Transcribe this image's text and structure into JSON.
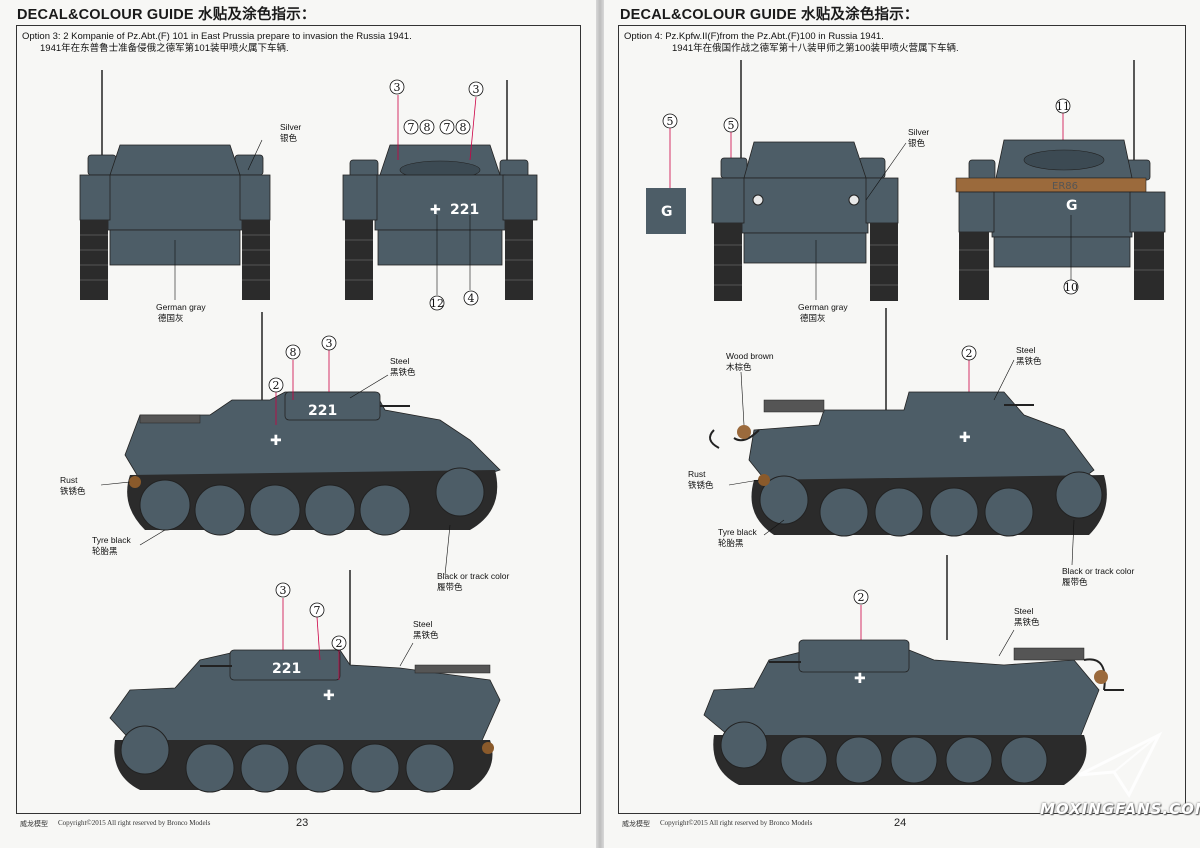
{
  "left_page": {
    "heading": "DECAL&COLOUR GUIDE 水贴及涂色指示：",
    "option_en": "Option 3: 2 Kompanie of Pz.Abt.(F) 101 in East Prussia prepare to invasion the Russia 1941.",
    "option_cn": "1941年在东普鲁士准备侵俄之德军第101装甲喷火属下车辆.",
    "labels": {
      "silver_en": "Silver",
      "silver_cn": "银色",
      "gray_en": "German gray",
      "gray_cn": "德国灰",
      "steel_en": "Steel",
      "steel_cn": "黑铁色",
      "rust_en": "Rust",
      "rust_cn": "铁锈色",
      "tyre_en": "Tyre black",
      "tyre_cn": "轮胎黑",
      "track_en": "Black or track color",
      "track_cn": "履带色"
    },
    "callouts": [
      "3",
      "7",
      "8",
      "3",
      "7",
      "8",
      "12",
      "4",
      "8",
      "3",
      "2",
      "3",
      "7",
      "2"
    ],
    "hull_number": "221",
    "footer_brand": "威龙模型",
    "footer_text": "Copyright©2015  All right reserved by Bronco Models",
    "page_number": "23"
  },
  "right_page": {
    "heading": "DECAL&COLOUR GUIDE 水贴及涂色指示：",
    "option_en": "Option 4: Pz.Kpfw.II(F)from the Pz.Abt.(F)100 in Russia 1941.",
    "option_cn": "1941年在俄国作战之德军第十八装甲师之第100装甲喷火营属下车辆.",
    "labels": {
      "silver_en": "Silver",
      "silver_cn": "银色",
      "gray_en": "German gray",
      "gray_cn": "德国灰",
      "wood_en": "Wood brown",
      "wood_cn": "木棕色",
      "steel_en": "Steel",
      "steel_cn": "黑铁色",
      "steel2_en": "Steel",
      "steel2_cn": "黑铁色",
      "rust_en": "Rust",
      "rust_cn": "铁锈色",
      "tyre_en": "Tyre black",
      "tyre_cn": "轮胎黑",
      "track_en": "Black or track color",
      "track_cn": "履带色"
    },
    "callouts": [
      "5",
      "5",
      "11",
      "10",
      "2",
      "2"
    ],
    "g_marking": "G",
    "plate_text": "ER86",
    "footer_brand": "威龙模型",
    "footer_text": "Copyright©2015  All right reserved by Bronco Models",
    "page_number": "24"
  },
  "watermark": "MOXINGFANS.COM",
  "colors": {
    "german_gray": "#4d5d67",
    "tyre_black": "#2b2b2b",
    "rust": "#8a5a2b",
    "wood_brown": "#9b6a3c",
    "track": "#3a3a3a"
  }
}
